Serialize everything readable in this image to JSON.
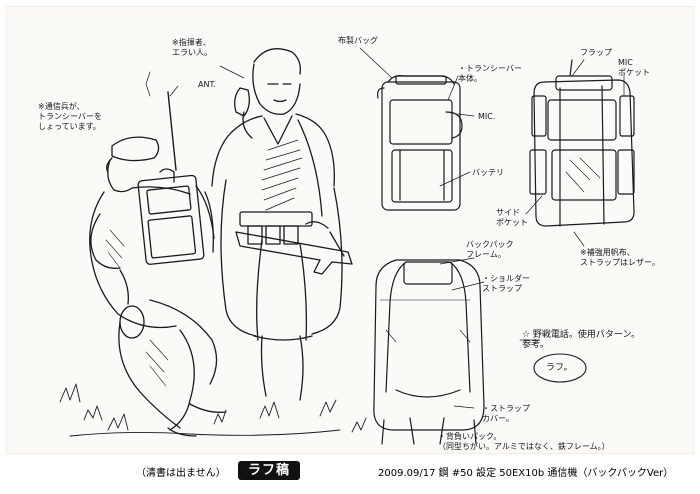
{
  "notes": {
    "radio_operator": "※通信兵が、\nトランシーバーを\nしょっています。",
    "commander": "※指揮者、\nエラい人。",
    "antenna": "ANT.",
    "canvas_pack": "布製バッグ",
    "transceiver_body": "・トランシーバー\n本体。",
    "mic": "MIC.",
    "battery": "バッテリ",
    "flap": "フラップ",
    "mic_pocket": "MIC\nポケット",
    "side_pocket": "サイド\nポケット",
    "strap_note": "※補強用帆布、\nストラップはレザー。",
    "backpack_frame": "バックパック\nフレーム。",
    "shoulder_strap": "・ショルダー\nストラップ",
    "strap_cover": "・ストラップ\nカバー。",
    "carry_note": "・背負いパック。\n（同型ちがい。アルミではなく、鉄フレーム。）",
    "field_phone": "☆ 野戦電話。使用パターン。\n参考。",
    "rough_circle": "ラフ。"
  },
  "footer": {
    "left": "（清書は出ません）",
    "stamp": "ラフ稿",
    "right": "2009.09/17 鋼 #50 設定 50EX10b 通信機（バックパックVer）"
  },
  "icons": {
    "backpack_front": "backpack-front-sketch",
    "backpack_back": "backpack-back-sketch",
    "figures": "soldier-figures-sketch"
  }
}
